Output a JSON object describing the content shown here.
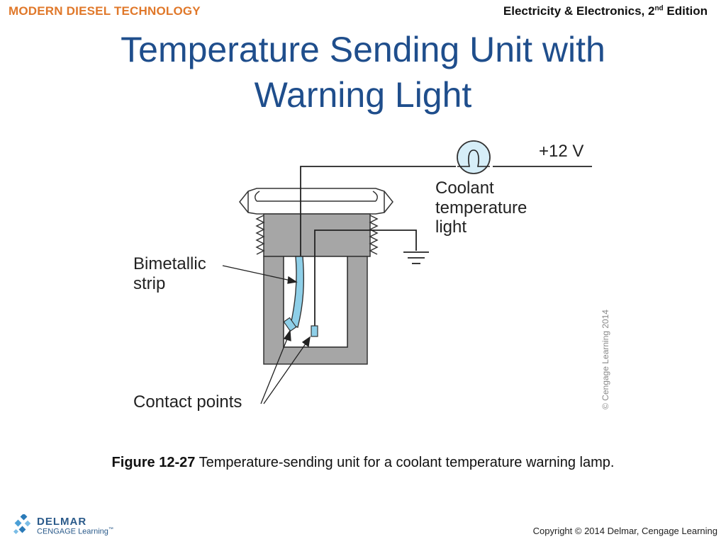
{
  "header": {
    "left_label": "MODERN DIESEL TECHNOLOGY",
    "right_label_main": "Electricity & Electronics, 2",
    "right_label_sup": "nd",
    "right_label_tail": " Edition"
  },
  "slide": {
    "title_line1": "Temperature Sending Unit with",
    "title_line2": "Warning Light"
  },
  "diagram": {
    "voltage_label": "+12 V",
    "lamp_label_lines": [
      "Coolant",
      "temperature",
      "light"
    ],
    "strip_label_lines": [
      "Bimetallic",
      "strip"
    ],
    "contact_label": "Contact points",
    "watermark": "© Cengage Learning 2014",
    "colors": {
      "body_gray": "#a6a6a6",
      "strip_blue": "#8ecfe8",
      "lamp_fill": "#d6eef8",
      "outline": "#333333"
    }
  },
  "caption": {
    "figure_number": "Figure 12-27",
    "text": " Temperature-sending unit for a coolant temperature warning lamp."
  },
  "footer": {
    "logo_line1": "DELMAR",
    "logo_line2": "CENGAGE Learning",
    "logo_mark": "™",
    "copyright": "Copyright © 2014 Delmar, Cengage Learning"
  }
}
